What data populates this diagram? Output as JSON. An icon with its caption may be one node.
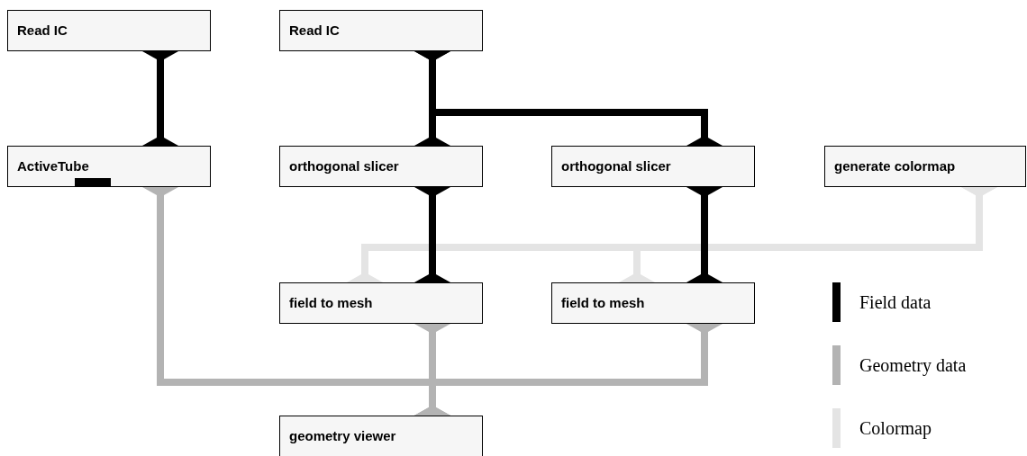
{
  "diagram": {
    "nodes": [
      {
        "text": [
          "Read IC"
        ]
      },
      {
        "text": [
          "Read IC"
        ]
      },
      {
        "text": [
          "ActiveTube"
        ]
      },
      {
        "text": [
          "orthogonal slicer"
        ]
      },
      {
        "text": [
          "orthogonal slicer"
        ]
      },
      {
        "text": [
          "generate colormap"
        ]
      },
      {
        "text": [
          "field to mesh"
        ]
      },
      {
        "text": [
          "field to mesh"
        ]
      },
      {
        "text": [
          "geometry viewer"
        ]
      }
    ],
    "edges": [
      {
        "from": 0,
        "to": 2,
        "arrow": "other"
      },
      {
        "from": 1,
        "to": 3,
        "arrow": "other"
      },
      {
        "from": 1,
        "to": 4,
        "arrow": "other"
      },
      {
        "from": 3,
        "to": 6,
        "arrow": "other"
      },
      {
        "from": 4,
        "to": 7,
        "arrow": "other"
      },
      {
        "from": 5,
        "to": 6,
        "arrow": "other",
        "color": "#e4e4e4"
      },
      {
        "from": 5,
        "to": 7,
        "arrow": "other",
        "color": "#e4e4e4"
      },
      {
        "from": 2,
        "to": 8,
        "arrow": "other",
        "color": "#b3b3b3"
      },
      {
        "from": 6,
        "to": 8,
        "arrow": "other",
        "color": "#b3b3b3"
      },
      {
        "from": 7,
        "to": 8,
        "arrow": "other",
        "color": "#b3b3b3"
      }
    ],
    "legend": [
      {
        "text": "Field data",
        "color": "#000000"
      },
      {
        "text": "Geometry data",
        "color": "#b3b3b3"
      },
      {
        "text": "Colormap",
        "color": "#e4e4e4"
      }
    ]
  }
}
